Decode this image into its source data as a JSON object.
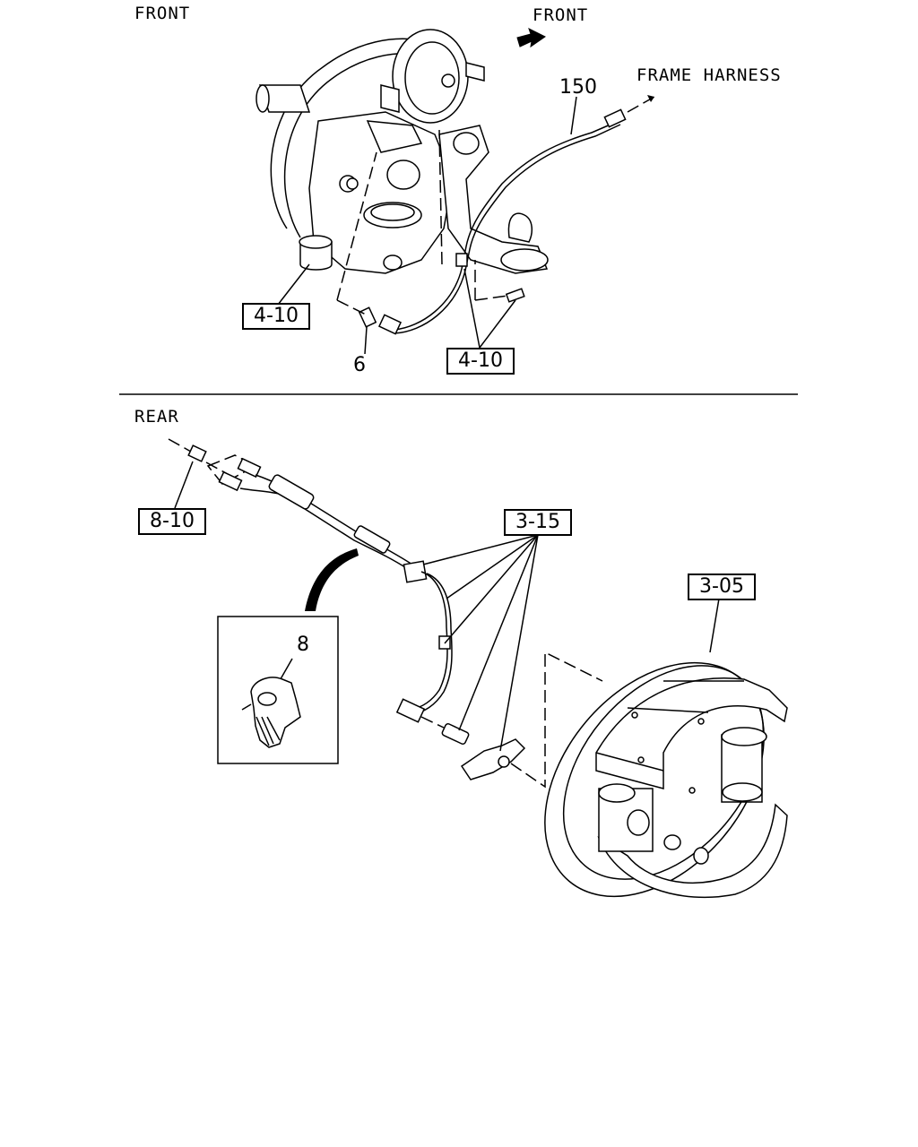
{
  "front_section": {
    "heading": "FRONT",
    "direction_label": "FRONT",
    "harness_label": "FRAME HARNESS",
    "callouts": {
      "part_150": "150",
      "part_6": "6",
      "ref_left": "4-10",
      "ref_right": "4-10"
    }
  },
  "rear_section": {
    "heading": "REAR",
    "callouts": {
      "ref_connector": "8-10",
      "ref_sensor": "3-15",
      "ref_brake": "3-05",
      "part_8": "8"
    }
  },
  "icons": [
    "front-direction-arrow-icon",
    "curved-pointer-arrow-icon"
  ]
}
